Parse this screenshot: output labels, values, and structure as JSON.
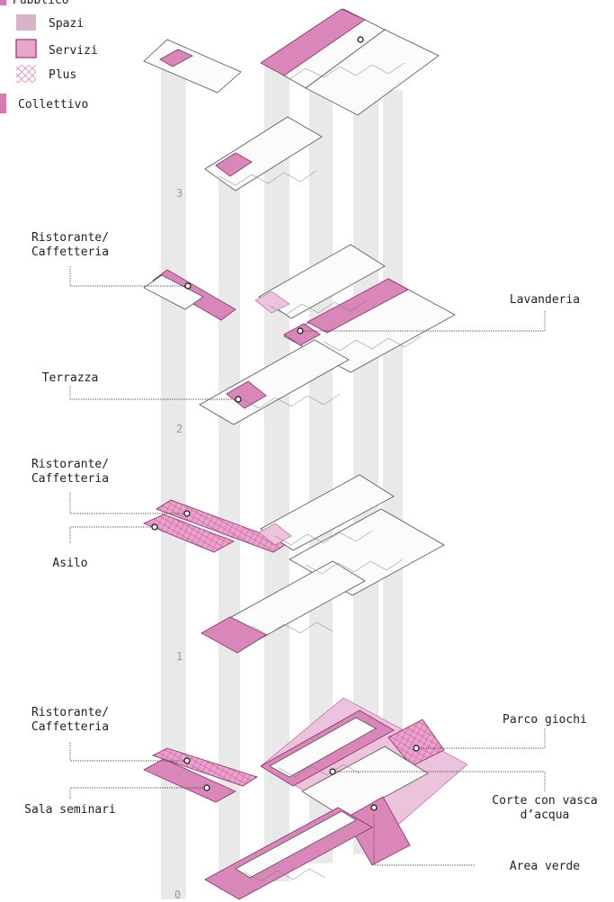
{
  "legend": {
    "public_title": "Pubblico",
    "items": [
      {
        "label": "Spazi",
        "color": "#d9b3c9"
      },
      {
        "label": "Servizi",
        "color": "#e7a6cc"
      },
      {
        "label": "Plus",
        "color": "#e58bbf"
      }
    ],
    "collective_label": "Collettivo",
    "collective_color": "#d977b0"
  },
  "levels": [
    "3",
    "2",
    "1",
    "0"
  ],
  "labels": {
    "l2_ristorante": "Ristorante/\nCaffetteria",
    "l2_lavanderia": "Lavanderia",
    "l2_terrazza": "Terrazza",
    "l1_ristorante": "Ristorante/\nCaffetteria",
    "l1_asilo": "Asilo",
    "l0_ristorante": "Ristorante/\nCaffetteria",
    "l0_sala": "Sala seminari",
    "l0_parco": "Parco giochi",
    "l0_corte": "Corte con vasca\nd’acqua",
    "l0_area": "Area verde"
  },
  "colors": {
    "pink": "#d987b9",
    "pink_light": "#ecc3dc",
    "pillar": "#e9e9e9"
  }
}
